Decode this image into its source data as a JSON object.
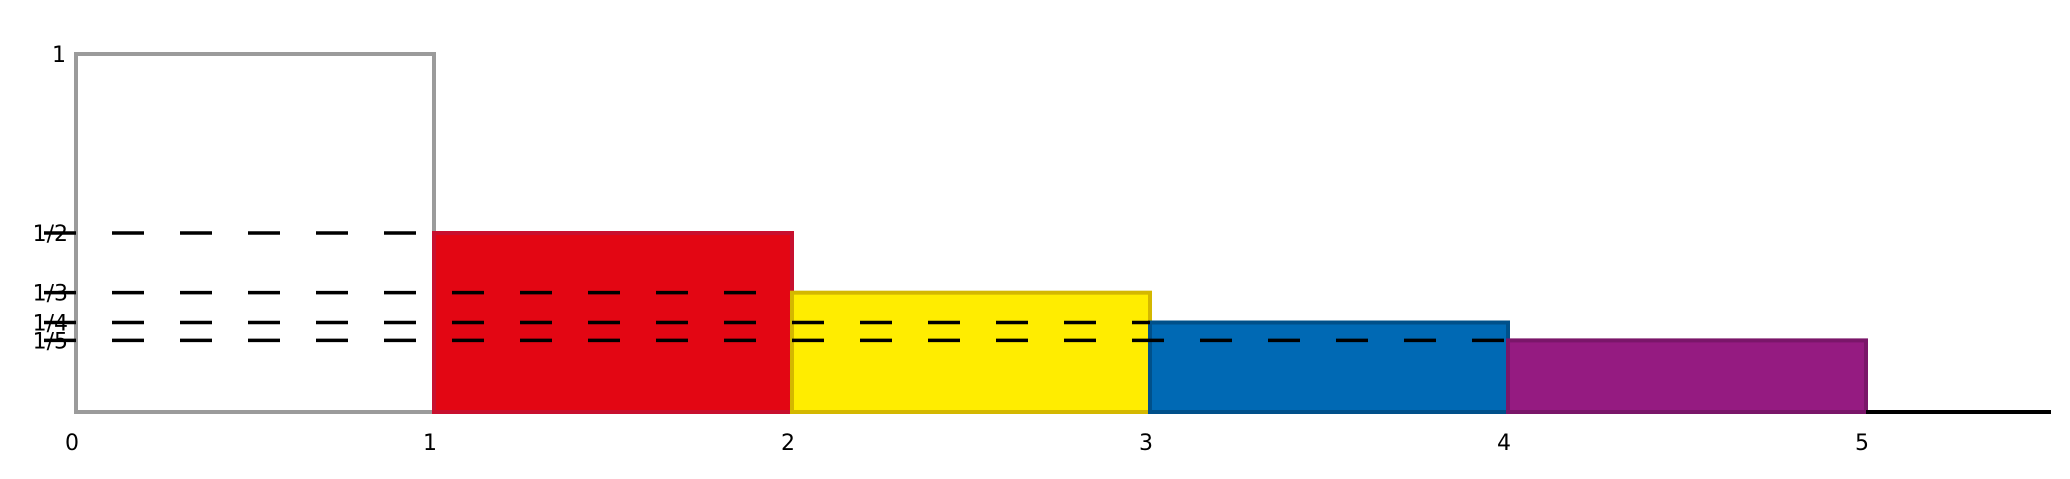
{
  "chart_data": {
    "type": "bar",
    "title": "",
    "xlabel": "",
    "ylabel": "",
    "xlim": [
      0,
      5.5
    ],
    "ylim": [
      0,
      1
    ],
    "grid": false,
    "x_ticks": [
      "0",
      "1",
      "2",
      "3",
      "4",
      "5"
    ],
    "y_ticks": [
      {
        "label": "1",
        "value": 1
      },
      {
        "label": "1/2",
        "value": 0.5
      },
      {
        "label": "1/3",
        "value": 0.3333
      },
      {
        "label": "1/4",
        "value": 0.25
      },
      {
        "label": "1/5",
        "value": 0.2
      }
    ],
    "bars": [
      {
        "x0": 0,
        "x1": 1,
        "value": 1,
        "fill": "#ffffff",
        "stroke": "#9b9b9b"
      },
      {
        "x0": 1,
        "x1": 2,
        "value": 0.5,
        "fill": "#e30613",
        "stroke": "#c8102e"
      },
      {
        "x0": 2,
        "x1": 3,
        "value": 0.3333,
        "fill": "#ffed00",
        "stroke": "#d4b800"
      },
      {
        "x0": 3,
        "x1": 4,
        "value": 0.25,
        "fill": "#0069b4",
        "stroke": "#00508a"
      },
      {
        "x0": 4,
        "x1": 5,
        "value": 0.2,
        "fill": "#951b81",
        "stroke": "#7a1669"
      }
    ],
    "reference_lines": [
      {
        "value": 0.5,
        "x_end": 1
      },
      {
        "value": 0.3333,
        "x_end": 2
      },
      {
        "value": 0.25,
        "x_end": 3
      },
      {
        "value": 0.2,
        "x_end": 4
      }
    ],
    "tail": {
      "x0": 5,
      "x1": 5.5,
      "value": 0
    }
  }
}
